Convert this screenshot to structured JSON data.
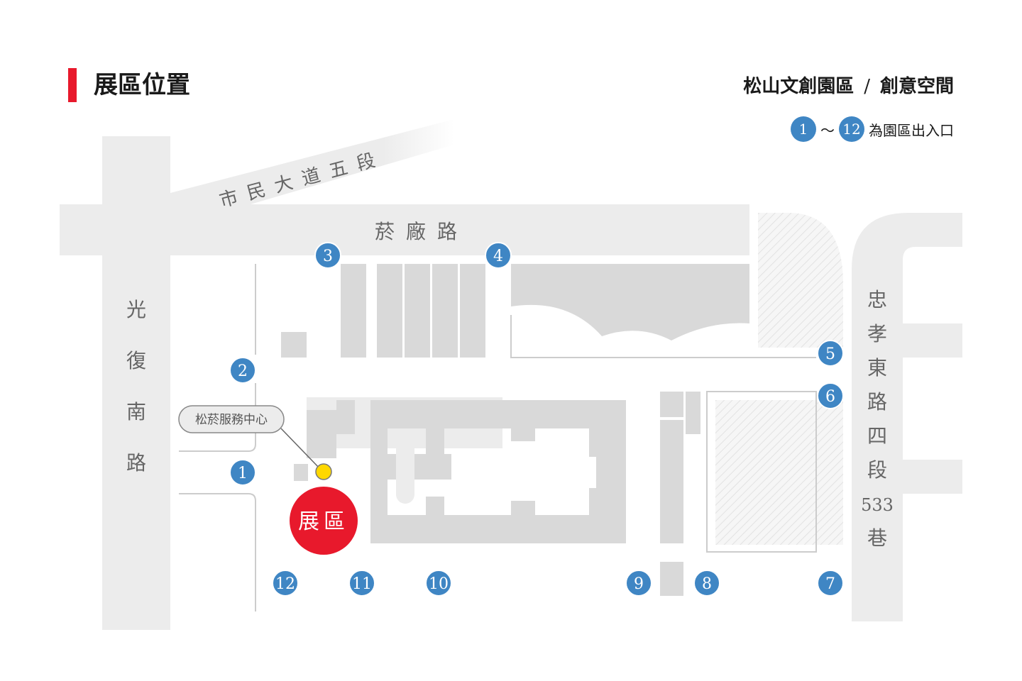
{
  "header": {
    "title": "展區位置",
    "venue_name": "松山文創園區",
    "separator": "/",
    "venue_sub": "創意空間"
  },
  "legend": {
    "from": "1",
    "tilde": "～",
    "to": "12",
    "text": "為園區出入口"
  },
  "roads": {
    "shimin": "市民大道五段",
    "yanchang": "菸廠路",
    "guangfu": [
      "光",
      "復",
      "南",
      "路"
    ],
    "zhongxiao": [
      "忠",
      "孝",
      "東",
      "路",
      "四",
      "段",
      "533",
      "巷"
    ]
  },
  "service_center": "松菸服務中心",
  "exhibit": "展區",
  "gates": [
    "1",
    "2",
    "3",
    "4",
    "5",
    "6",
    "7",
    "8",
    "9",
    "10",
    "11",
    "12"
  ],
  "colors": {
    "accent_red": "#e8192c",
    "gate_blue": "#3f86c4",
    "road_gray": "#ececec",
    "building_gray": "#d9d9d9",
    "service_yellow": "#ffd800"
  }
}
